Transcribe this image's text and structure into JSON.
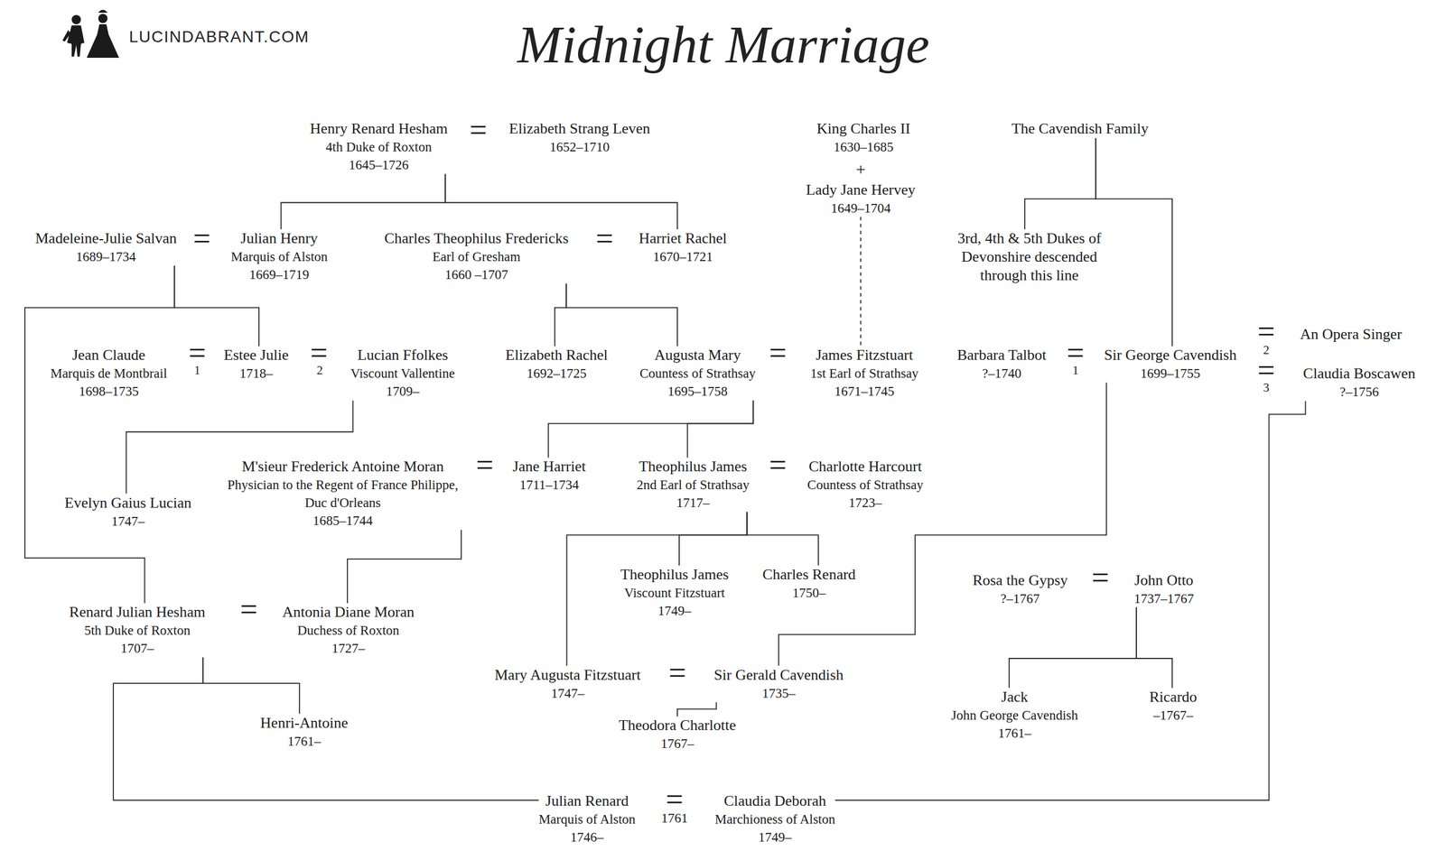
{
  "diagram": {
    "title": "Midnight Marriage",
    "nodes": [
      {
        "text": [
          "Henry Renard Hesham",
          "4th Duke of Roxton",
          "1645–1726"
        ]
      },
      {
        "text": [
          "Elizabeth Strang Leven",
          "1652–1710"
        ]
      },
      {
        "text": [
          "King Charles II",
          "1630–1685"
        ]
      },
      {
        "text": [
          "Lady Jane Hervey",
          "1649–1704"
        ]
      },
      {
        "text": [
          "The Cavendish Family"
        ]
      },
      {
        "text": [
          "Madeleine-Julie Salvan",
          "1689–1734"
        ]
      },
      {
        "text": [
          "Julian Henry",
          "Marquis of Alston",
          "1669–1719"
        ]
      },
      {
        "text": [
          "Charles Theophilus Fredericks",
          "Earl of Gresham",
          "1660 –1707"
        ]
      },
      {
        "text": [
          "Harriet Rachel",
          "1670–1721"
        ]
      },
      {
        "text": [
          "3rd, 4th & 5th Dukes of Devonshire descended through this line"
        ]
      },
      {
        "text": [
          "Jean Claude",
          "Marquis de Montbrail",
          "1698–1735"
        ]
      },
      {
        "text": [
          "Estee Julie",
          "1718–"
        ]
      },
      {
        "text": [
          "Lucian Ffolkes",
          "Viscount Vallentine",
          "1709–"
        ]
      },
      {
        "text": [
          "Elizabeth Rachel",
          "1692–1725"
        ]
      },
      {
        "text": [
          "Augusta Mary",
          "Countess of Strathsay",
          "1695–1758"
        ]
      },
      {
        "text": [
          "James Fitzstuart",
          "1st Earl of Strathsay",
          "1671–1745"
        ]
      },
      {
        "text": [
          "Barbara Talbot",
          "?–1740"
        ]
      },
      {
        "text": [
          "Sir George Cavendish",
          "1699–1755"
        ]
      },
      {
        "text": [
          "An Opera Singer"
        ]
      },
      {
        "text": [
          "Claudia Boscawen",
          "?–1756"
        ]
      },
      {
        "text": [
          "Evelyn Gaius Lucian",
          "1747–"
        ]
      },
      {
        "text": [
          "M'sieur Frederick Antoine Moran",
          "Physician to the Regent of France Philippe, Duc d'Orleans",
          "1685–1744"
        ]
      },
      {
        "text": [
          "Jane Harriet",
          "1711–1734"
        ]
      },
      {
        "text": [
          "Theophilus James",
          "2nd Earl of Strathsay",
          "1717–"
        ]
      },
      {
        "text": [
          "Charlotte Harcourt",
          "Countess of Strathsay",
          "1723–"
        ]
      },
      {
        "text": [
          "Theophilus James",
          "Viscount Fitzstuart",
          "1749–"
        ]
      },
      {
        "text": [
          "Charles Renard",
          "1750–"
        ]
      },
      {
        "text": [
          "Rosa the Gypsy",
          "?–1767"
        ]
      },
      {
        "text": [
          "John Otto",
          "1737–1767"
        ]
      },
      {
        "text": [
          "Renard Julian Hesham",
          "5th Duke of Roxton",
          "1707–"
        ]
      },
      {
        "text": [
          "Antonia Diane Moran",
          "Duchess of Roxton",
          "1727–"
        ]
      },
      {
        "text": [
          "Mary Augusta Fitzstuart",
          "1747–"
        ]
      },
      {
        "text": [
          "Sir Gerald Cavendish",
          "1735–"
        ]
      },
      {
        "text": [
          "Jack",
          "John George Cavendish",
          "1761–"
        ]
      },
      {
        "text": [
          "Ricardo",
          "–1767–"
        ]
      },
      {
        "text": [
          "Henri-Antoine",
          "1761–"
        ]
      },
      {
        "text": [
          "Theodora Charlotte",
          "1767–"
        ]
      },
      {
        "text": [
          "Julian Renard",
          "Marquis of Alston",
          "1746–"
        ]
      },
      {
        "text": [
          "Claudia Deborah",
          "Marchioness of Alston",
          "1749–"
        ]
      }
    ],
    "edges": [
      {
        "from": 0,
        "to": 6,
        "arrow": "none"
      },
      {
        "from": 0,
        "to": 8,
        "arrow": "none"
      },
      {
        "from": 3,
        "to": 15,
        "arrow": "none"
      },
      {
        "from": 4,
        "to": 9,
        "arrow": "none"
      },
      {
        "from": 4,
        "to": 17,
        "arrow": "none"
      },
      {
        "from": 5,
        "to": 11,
        "arrow": "none"
      },
      {
        "from": 5,
        "to": 29,
        "arrow": "none"
      },
      {
        "from": 7,
        "to": 13,
        "arrow": "none"
      },
      {
        "from": 7,
        "to": 14,
        "arrow": "none"
      },
      {
        "from": 12,
        "to": 20,
        "arrow": "none"
      },
      {
        "from": 14,
        "to": 22,
        "arrow": "none"
      },
      {
        "from": 14,
        "to": 23,
        "arrow": "none"
      },
      {
        "from": 17,
        "to": 32,
        "arrow": "none"
      },
      {
        "from": 19,
        "to": 38,
        "arrow": "none"
      },
      {
        "from": 21,
        "to": 30,
        "arrow": "none"
      },
      {
        "from": 23,
        "to": 25,
        "arrow": "none"
      },
      {
        "from": 23,
        "to": 26,
        "arrow": "none"
      },
      {
        "from": 23,
        "to": 31,
        "arrow": "none"
      },
      {
        "from": 28,
        "to": 33,
        "arrow": "none"
      },
      {
        "from": 28,
        "to": 34,
        "arrow": "none"
      },
      {
        "from": 32,
        "to": 36,
        "arrow": "none"
      },
      {
        "from": 29,
        "to": 35,
        "arrow": "none"
      },
      {
        "from": 29,
        "to": 37,
        "arrow": "none"
      }
    ],
    "labels": [
      "LUCINDABRANT.COM",
      "=",
      "+",
      "=",
      "=",
      "=",
      "2",
      "=",
      "1",
      "=",
      "2",
      "=",
      "=",
      "1",
      "=",
      "3",
      "=",
      "=",
      "=",
      "=",
      "=",
      "=",
      "1761"
    ]
  }
}
